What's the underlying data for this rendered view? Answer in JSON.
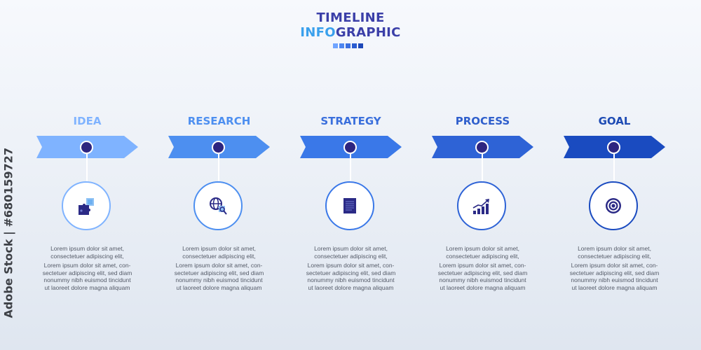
{
  "header": {
    "title_line1": "TIMELINE",
    "title_line2_accent": "INFO",
    "title_line2_rest": "GRAPHIC",
    "accent_colors": [
      "#6fa4ff",
      "#4d86f0",
      "#3a6fe0",
      "#2a5cd0",
      "#1e48b8"
    ]
  },
  "steps": [
    {
      "label": "IDEA",
      "label_color": "#7fb3ff",
      "arrow_color": "#7fb3ff",
      "icon": "puzzle-icon",
      "text_short": "Lorem ipsum dolor sit amet,\nconsectetuer adipiscing elit,",
      "text_long": "Lorem ipsum dolor sit amet, con-\nsectetuer adipiscing elit, sed diam\nnonummy nibh euismod tincidunt\nut laoreet dolore magna aliquam"
    },
    {
      "label": "RESEARCH",
      "label_color": "#4d8ff0",
      "arrow_color": "#4d8ff0",
      "icon": "globe-search-icon",
      "text_short": "Lorem ipsum dolor sit amet,\nconsectetuer adipiscing elit,",
      "text_long": "Lorem ipsum dolor sit amet, con-\nsectetuer adipiscing elit, sed diam\nnonummy nibh euismod tincidunt\nut laoreet dolore magna aliquam"
    },
    {
      "label": "STRATEGY",
      "label_color": "#3a6fdc",
      "arrow_color": "#3a78e8",
      "icon": "document-icon",
      "text_short": "Lorem ipsum dolor sit amet,\nconsectetuer adipiscing elit,",
      "text_long": "Lorem ipsum dolor sit amet, con-\nsectetuer adipiscing elit, sed diam\nnonummy nibh euismod tincidunt\nut laoreet dolore magna aliquam"
    },
    {
      "label": "PROCESS",
      "label_color": "#2f5fcc",
      "arrow_color": "#2e63d6",
      "icon": "growth-chart-icon",
      "text_short": "Lorem ipsum dolor sit amet,\nconsectetuer adipiscing elit,",
      "text_long": "Lorem ipsum dolor sit amet, con-\nsectetuer adipiscing elit, sed diam\nnonummy nibh euismod tincidunt\nut laoreet dolore magna aliquam"
    },
    {
      "label": "GOAL",
      "label_color": "#1e4bb4",
      "arrow_color": "#1a4bc0",
      "icon": "target-icon",
      "text_short": "Lorem ipsum dolor sit amet,\nconsectetuer adipiscing elit,",
      "text_long": "Lorem ipsum dolor sit amet, con-\nsectetuer adipiscing elit, sed diam\nnonummy nibh euismod tincidunt\nut laoreet dolore magna aliquam"
    }
  ],
  "watermark": {
    "side_text": "Adobe Stock | #680159727"
  }
}
